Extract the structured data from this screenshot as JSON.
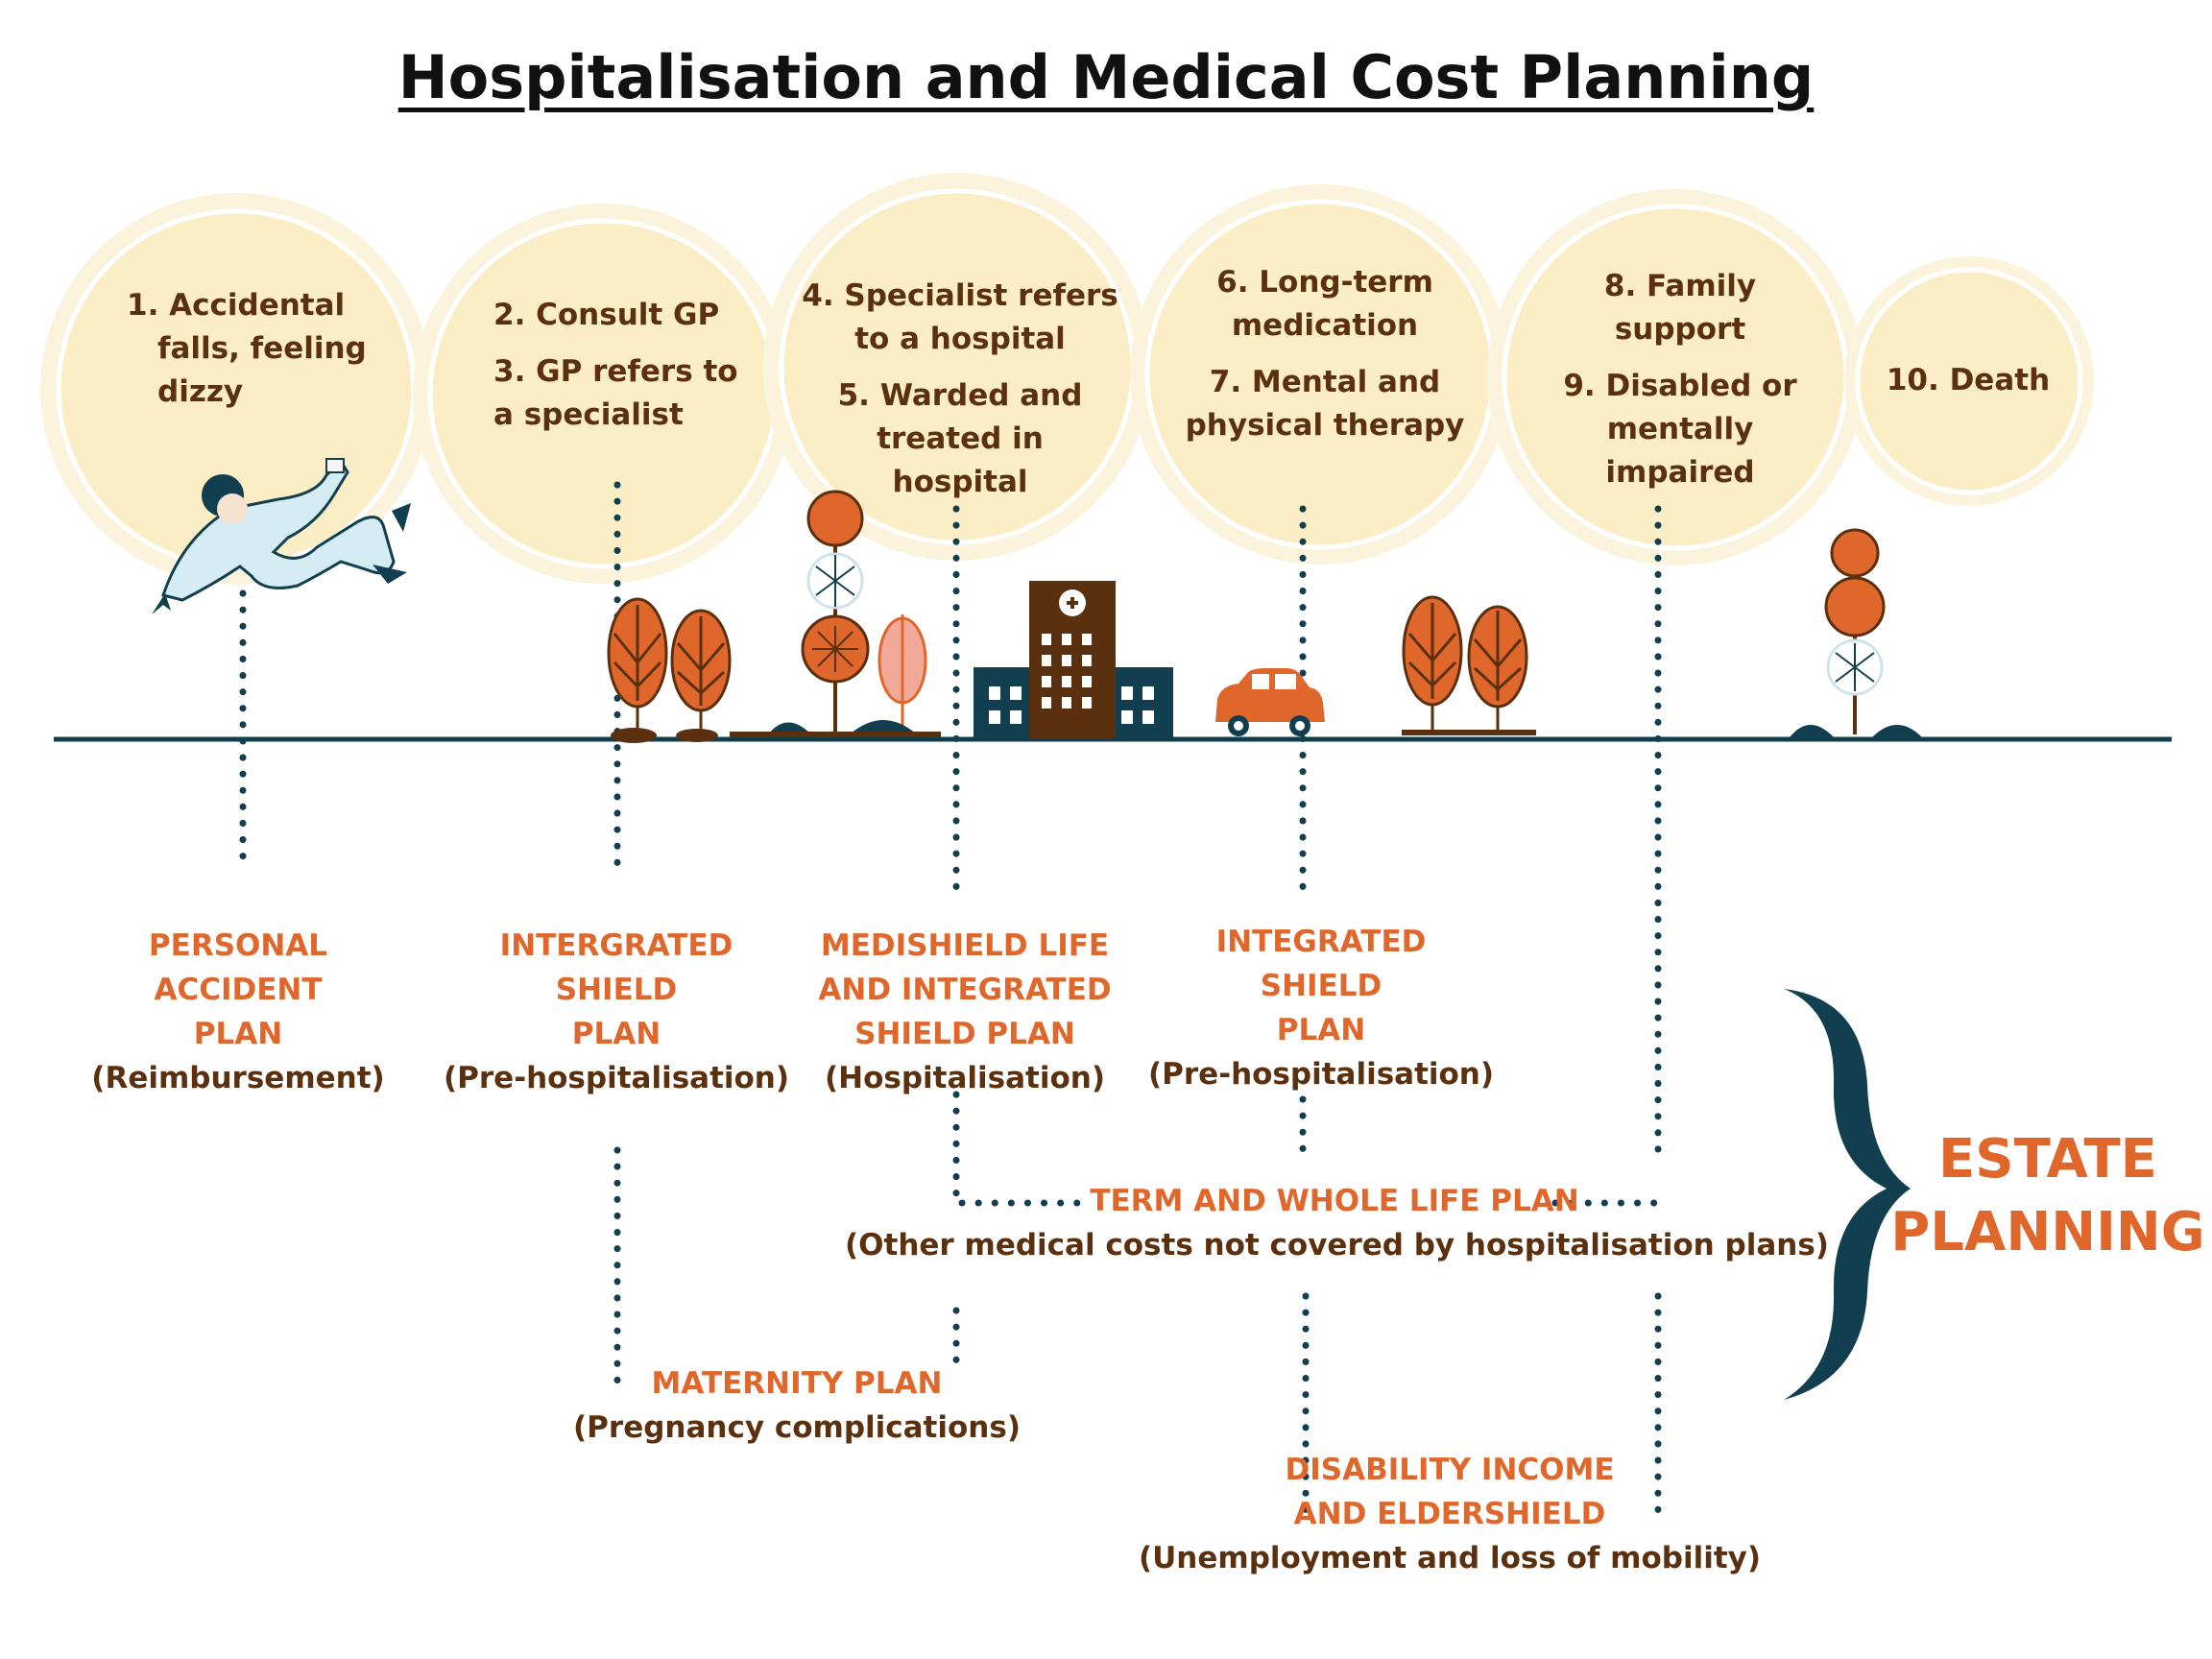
{
  "title": "Hospitalisation and Medical Cost Planning",
  "colors": {
    "circle_fill": "#fbedc5",
    "circle_ring": "#fbf3dc",
    "stage_text": "#5a300f",
    "plan_text": "#e0672b",
    "line": "#113f4f",
    "tree": "#e0672b",
    "tree_dark": "#5a300f",
    "tree_pink": "#f2a99a"
  },
  "stages": [
    {
      "id": "stage-1",
      "lines": [
        "1. Accidental",
        "falls, feeling",
        "dizzy"
      ]
    },
    {
      "id": "stage-2-3",
      "items": [
        "2. Consult GP",
        "3. GP refers to\na specialist"
      ]
    },
    {
      "id": "stage-4-5",
      "items": [
        "4. Specialist refers\nto a hospital",
        "5. Warded and\ntreated in\nhospital"
      ]
    },
    {
      "id": "stage-6-7",
      "items": [
        "6. Long-term\nmedication",
        "7. Mental and\nphysical therapy"
      ]
    },
    {
      "id": "stage-8-9",
      "items": [
        "8. Family\nsupport",
        "9. Disabled or\nmentally\nimpaired"
      ]
    },
    {
      "id": "stage-10",
      "items": [
        "10. Death"
      ]
    }
  ],
  "plans": {
    "personal_accident": {
      "name": "PERSONAL\nACCIDENT\nPLAN",
      "note": "(Reimbursement)"
    },
    "intergrated_shield": {
      "name": "INTERGRATED\nSHIELD\nPLAN",
      "note": "(Pre-hospitalisation)"
    },
    "medishield": {
      "name": "MEDISHIELD LIFE\nAND INTEGRATED\nSHIELD PLAN",
      "note": "(Hospitalisation)"
    },
    "integrated_shield_post": {
      "name": "INTEGRATED\nSHIELD\nPLAN",
      "note": "(Pre-hospitalisation)"
    },
    "term_whole_life": {
      "name": "TERM AND WHOLE LIFE PLAN",
      "note": "(Other medical costs not covered by hospitalisation plans)"
    },
    "maternity": {
      "name": "MATERNITY PLAN",
      "note": "(Pregnancy complications)"
    },
    "disability": {
      "name": "DISABILITY INCOME\nAND ELDERSHIELD",
      "note": "(Unemployment and loss of mobility)"
    }
  },
  "estate_planning": "ESTATE\nPLANNING"
}
